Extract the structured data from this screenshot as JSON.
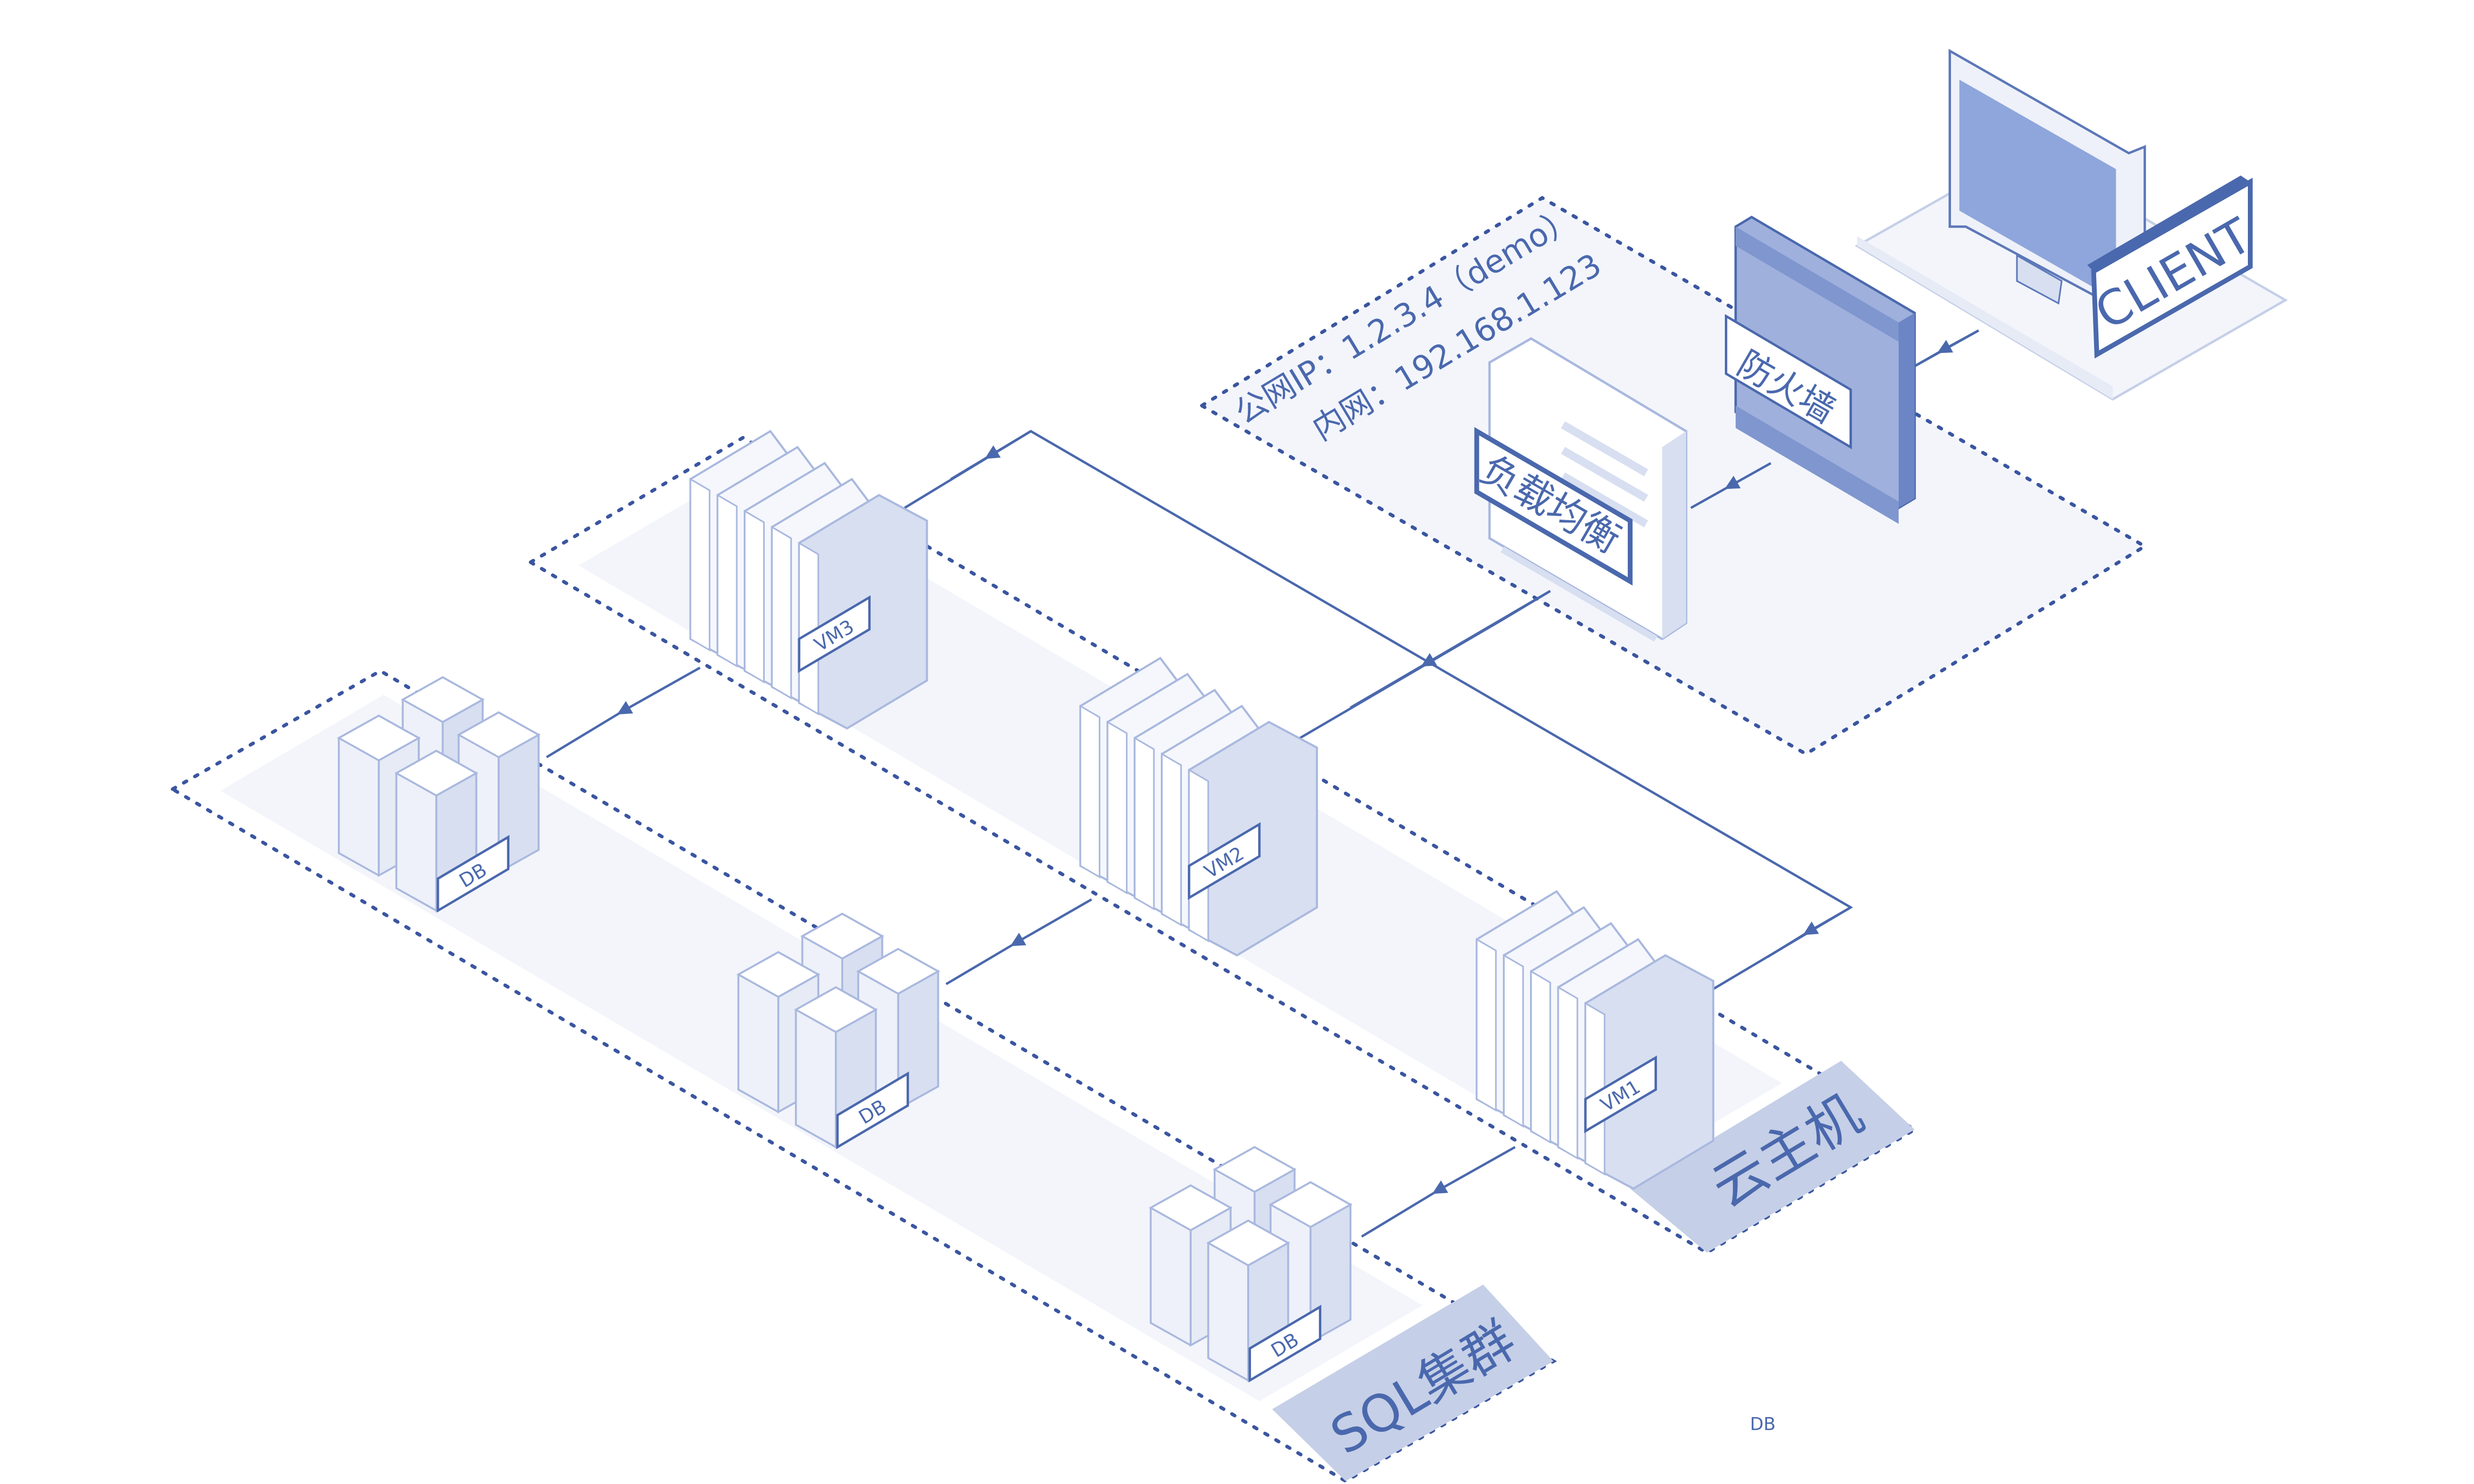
{
  "network": {
    "public_ip": "公网IP：1.2.3.4（demo）",
    "private_ip": "内网：192.168.1.123"
  },
  "client": {
    "label": "CLIENT"
  },
  "firewall": {
    "label": "防火墙"
  },
  "load_balancer": {
    "label": "负载均衡"
  },
  "vm_group": {
    "label": "云主机",
    "vms": [
      {
        "label": "VM3"
      },
      {
        "label": "VM2"
      },
      {
        "label": "VM1"
      }
    ]
  },
  "sql_group": {
    "label": "SQL集群",
    "dbs": [
      {
        "label": "DB"
      },
      {
        "label": "DB"
      },
      {
        "label": "DB"
      }
    ]
  },
  "stray_label": "DB",
  "colors": {
    "line": "#4a68ad",
    "dots": "#3a55a0",
    "tag_bg": "#c5cfe7",
    "zone_fill": "#f3f5fb",
    "box_face": "#d7dff1",
    "box_side": "#eef1f9",
    "accent": "#8ea6dc",
    "firewall": "#9fb0dc"
  }
}
